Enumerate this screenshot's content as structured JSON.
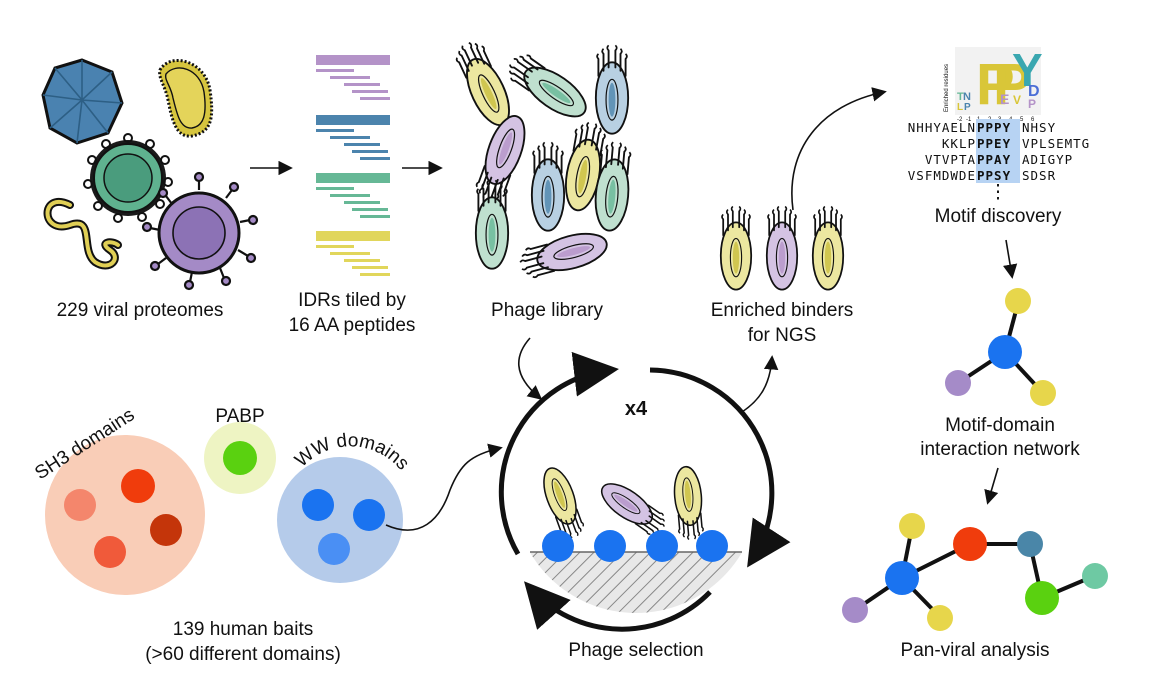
{
  "labels": {
    "viral_proteomes": "229 viral proteomes",
    "idrs_line1": "IDRs tiled by",
    "idrs_line2": "16 AA peptides",
    "phage_library": "Phage library",
    "enriched_line1": "Enriched binders",
    "enriched_line2": "for NGS",
    "motif_discovery": "Motif discovery",
    "network_line1": "Motif-domain",
    "network_line2": "interaction network",
    "pan_viral": "Pan-viral analysis",
    "phage_selection": "Phage selection",
    "rounds": "x4",
    "baits_line1": "139 human baits",
    "baits_line2": "(>60 different domains)",
    "sh3": "SH3 domains",
    "ww": "WW domains",
    "pabp": "PABP",
    "logo_axis": "Enriched residues",
    "logo_positions": [
      "-2",
      "-1",
      "1",
      "2",
      "3",
      "4",
      "5",
      "6"
    ]
  },
  "sequences": [
    {
      "pre": "NHHYAELN",
      "motif": "PPPY",
      "post": "NHSY"
    },
    {
      "pre": "KKLP",
      "motif": "PPEY",
      "post": "VPLSEMTG"
    },
    {
      "pre": "VTVPTA",
      "motif": "PPAY",
      "post": "ADIGYP"
    },
    {
      "pre": "VSFMDWDE",
      "motif": "PPSY",
      "post": "SDSR"
    }
  ],
  "ellipsis": "⋮",
  "colors": {
    "purple": "#b493c8",
    "blue": "#4c84ad",
    "green": "#66b896",
    "yellow": "#e1d65b",
    "sh3_fill": "#f9cdb7",
    "ww_fill": "#b5cbea",
    "pabp_fill": "#eef4c3",
    "node_blue": "#1a73f0",
    "node_red": "#f03c0c",
    "node_yellow": "#e7d64b",
    "node_purple": "#a58bc8",
    "node_green": "#5ad110",
    "node_teal": "#4a86a8",
    "node_mint": "#6ec9a3",
    "motif_highlight": "#b7d3f3"
  }
}
